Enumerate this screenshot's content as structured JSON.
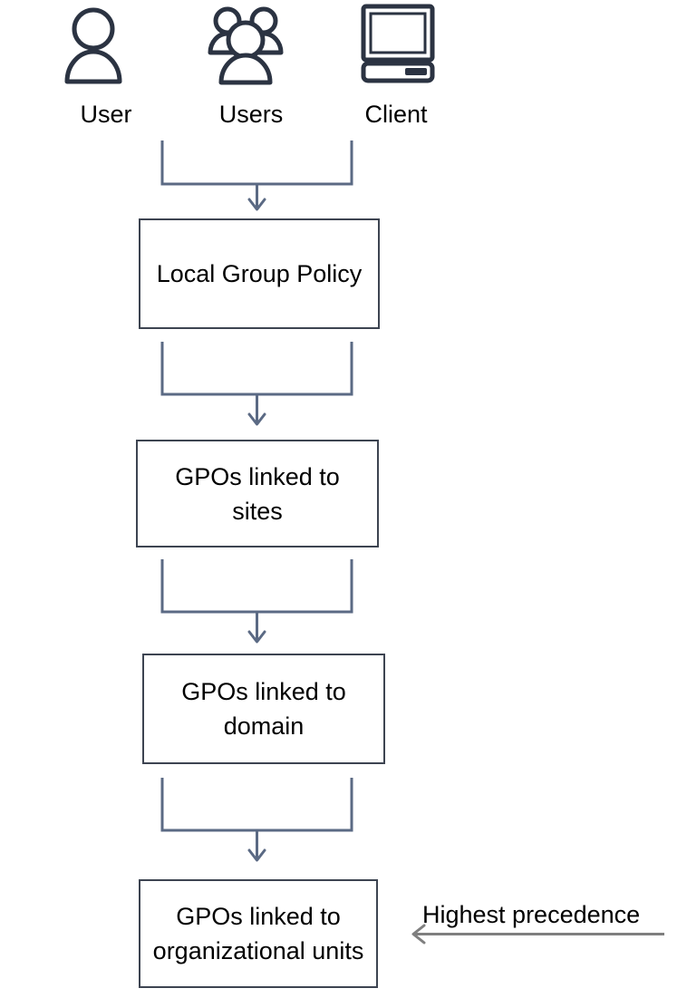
{
  "diagram": {
    "title_present": false,
    "sources": [
      {
        "icon": "user-icon",
        "label": "User"
      },
      {
        "icon": "users-icon",
        "label": "Users"
      },
      {
        "icon": "client-computer-icon",
        "label": "Client"
      }
    ],
    "flow_boxes": [
      {
        "id": "local-group-policy",
        "lines": [
          "Local Group Policy"
        ]
      },
      {
        "id": "gpos-linked-sites",
        "lines": [
          "GPOs linked to sites"
        ]
      },
      {
        "id": "gpos-linked-domain",
        "lines": [
          "GPOs linked to",
          "domain"
        ]
      },
      {
        "id": "gpos-linked-ous",
        "lines": [
          "GPOs linked to",
          "organizational units"
        ]
      }
    ],
    "annotation": {
      "text": "Highest precedence",
      "arrow_direction": "left"
    },
    "colors": {
      "box_border": "#3d4451",
      "connector": "#5b6a84",
      "annotation_arrow": "#7f7f7f",
      "icon_stroke": "#2b3342",
      "text": "#000000",
      "background": "#ffffff"
    }
  }
}
